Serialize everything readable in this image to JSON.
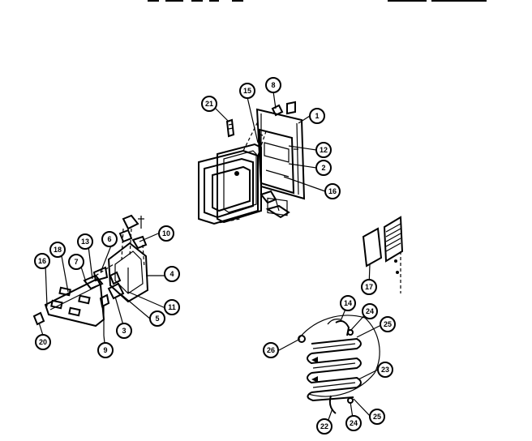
{
  "callouts": [
    {
      "id": "c21",
      "label": "21"
    },
    {
      "id": "c15",
      "label": "15"
    },
    {
      "id": "c8a",
      "label": "8"
    },
    {
      "id": "c1",
      "label": "1"
    },
    {
      "id": "c12",
      "label": "12"
    },
    {
      "id": "c2",
      "label": "2"
    },
    {
      "id": "c16a",
      "label": "16"
    },
    {
      "id": "c10",
      "label": "10"
    },
    {
      "id": "c18",
      "label": "18"
    },
    {
      "id": "c13",
      "label": "13"
    },
    {
      "id": "c6",
      "label": "6"
    },
    {
      "id": "c7",
      "label": "7"
    },
    {
      "id": "c16b",
      "label": "16"
    },
    {
      "id": "c4",
      "label": "4"
    },
    {
      "id": "c11",
      "label": "11"
    },
    {
      "id": "c5",
      "label": "5"
    },
    {
      "id": "c3",
      "label": "3"
    },
    {
      "id": "c9",
      "label": "9"
    },
    {
      "id": "c20",
      "label": "20"
    },
    {
      "id": "c17",
      "label": "17"
    },
    {
      "id": "c14",
      "label": "14"
    },
    {
      "id": "c24a",
      "label": "24"
    },
    {
      "id": "c25a",
      "label": "25"
    },
    {
      "id": "c26",
      "label": "26"
    },
    {
      "id": "c23",
      "label": "23"
    },
    {
      "id": "c22",
      "label": "22"
    },
    {
      "id": "c24b",
      "label": "24"
    },
    {
      "id": "c25b",
      "label": "25"
    }
  ]
}
